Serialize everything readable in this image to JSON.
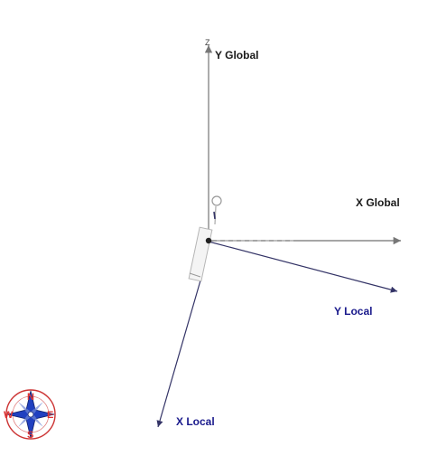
{
  "axes": {
    "y_global": "Y Global",
    "x_global": "X Global",
    "y_local": "Y Local",
    "x_local": "X Local",
    "z_marker": "Z"
  },
  "compass": {
    "north": "N",
    "south": "S",
    "east": "E",
    "west": "W"
  },
  "colors": {
    "global_axis": "#888888",
    "local_axis": "#333366",
    "local_text": "#1a1a8c",
    "compass_ring": "#cc3333",
    "compass_star": "#2040c0"
  }
}
